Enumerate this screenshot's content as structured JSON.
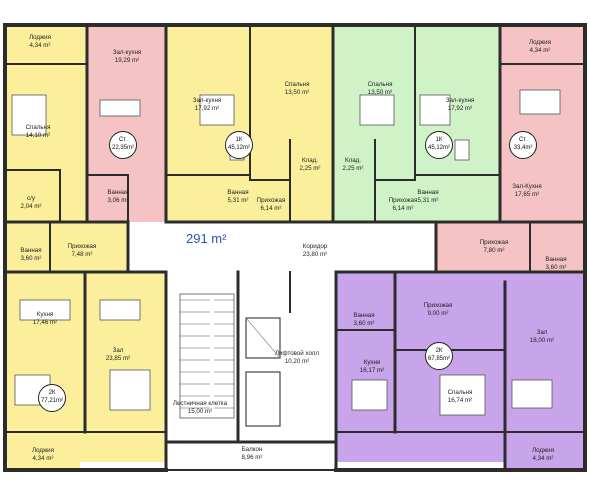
{
  "colors": {
    "pink": "#f5c3c3",
    "yellow": "#fbef9c",
    "green": "#cff3c7",
    "purple": "#c8a4ea",
    "wall": "#2c2c2c",
    "corridor": "#ffffff",
    "total": "#2a52b8"
  },
  "total_area": "291 m²",
  "area_unit": "m²",
  "rooms": [
    {
      "id": "loggia-tl",
      "name": "Лоджия",
      "area": "4,34"
    },
    {
      "id": "bedroom-left",
      "name": "Спальня",
      "area": "14,10"
    },
    {
      "id": "su-left",
      "name": "с/у",
      "area": "2,04"
    },
    {
      "id": "bath-left",
      "name": "Ванная",
      "area": "3,60"
    },
    {
      "id": "hall-left",
      "name": "Прихожая",
      "area": "7,48"
    },
    {
      "id": "hallkitchen-st1",
      "name": "Зал-кухня",
      "area": "19,29"
    },
    {
      "id": "bath-st1",
      "name": "Ванная",
      "area": "3,06"
    },
    {
      "id": "hallkitchen-1k1",
      "name": "Зал-кухня",
      "area": "17,92"
    },
    {
      "id": "bath-1k1",
      "name": "Ванная",
      "area": "5,31"
    },
    {
      "id": "hall-1k1",
      "name": "Прихожая",
      "area": "6,14"
    },
    {
      "id": "bedroom-1k1",
      "name": "Спальня",
      "area": "13,50"
    },
    {
      "id": "storage-1",
      "name": "Клад.",
      "area": "2,25"
    },
    {
      "id": "storage-2",
      "name": "Клад.",
      "area": "2,25"
    },
    {
      "id": "bedroom-1k2",
      "name": "Спальня",
      "area": "13,50"
    },
    {
      "id": "hall-1k2",
      "name": "Прихожая",
      "area": "6,14"
    },
    {
      "id": "hallkitchen-1k2",
      "name": "Зал-кухня",
      "area": "17,92"
    },
    {
      "id": "bath-1k2",
      "name": "Ванная",
      "area": "5,31"
    },
    {
      "id": "loggia-tr",
      "name": "Лоджия",
      "area": "4,34"
    },
    {
      "id": "hallkitchen-st2",
      "name": "Зал-Кухня",
      "area": "17,65"
    },
    {
      "id": "hall-st2",
      "name": "Прихожая",
      "area": "7,80"
    },
    {
      "id": "bath-st2",
      "name": "Ванная",
      "area": "3,60"
    },
    {
      "id": "corridor",
      "name": "Коридор",
      "area": "23,80"
    },
    {
      "id": "kitchen-2k1",
      "name": "Кухня",
      "area": "17,46"
    },
    {
      "id": "hall-2k1",
      "name": "Зал",
      "area": "23,85"
    },
    {
      "id": "stair",
      "name": "Лестничная клетка",
      "area": "15,00"
    },
    {
      "id": "lift",
      "name": "Лифтовой холл",
      "area": "10,20"
    },
    {
      "id": "balcony",
      "name": "Балкон",
      "area": "8,96"
    },
    {
      "id": "bath-2k2",
      "name": "Ванная",
      "area": "3,60"
    },
    {
      "id": "hall-2k2",
      "name": "Прихожая",
      "area": "9,00"
    },
    {
      "id": "zal-2k2",
      "name": "Зал",
      "area": "18,00"
    },
    {
      "id": "kitchen-2k2",
      "name": "Кухня",
      "area": "16,17"
    },
    {
      "id": "bedroom-2k2",
      "name": "Спальня",
      "area": "16,74"
    },
    {
      "id": "loggia-bl",
      "name": "Лоджия",
      "area": "4,34"
    },
    {
      "id": "loggia-br",
      "name": "Лоджия",
      "area": "4,34"
    }
  ],
  "apartments": [
    {
      "id": "st-1",
      "type": "Ст.",
      "area": "22,35"
    },
    {
      "id": "1k-1",
      "type": "1К",
      "area": "45,12"
    },
    {
      "id": "1k-2",
      "type": "1К",
      "area": "45,12"
    },
    {
      "id": "st-2",
      "type": "Ст.",
      "area": "33,4"
    },
    {
      "id": "2k-1",
      "type": "2К",
      "area": "77,21"
    },
    {
      "id": "2k-2",
      "type": "2К",
      "area": "67,85"
    }
  ]
}
